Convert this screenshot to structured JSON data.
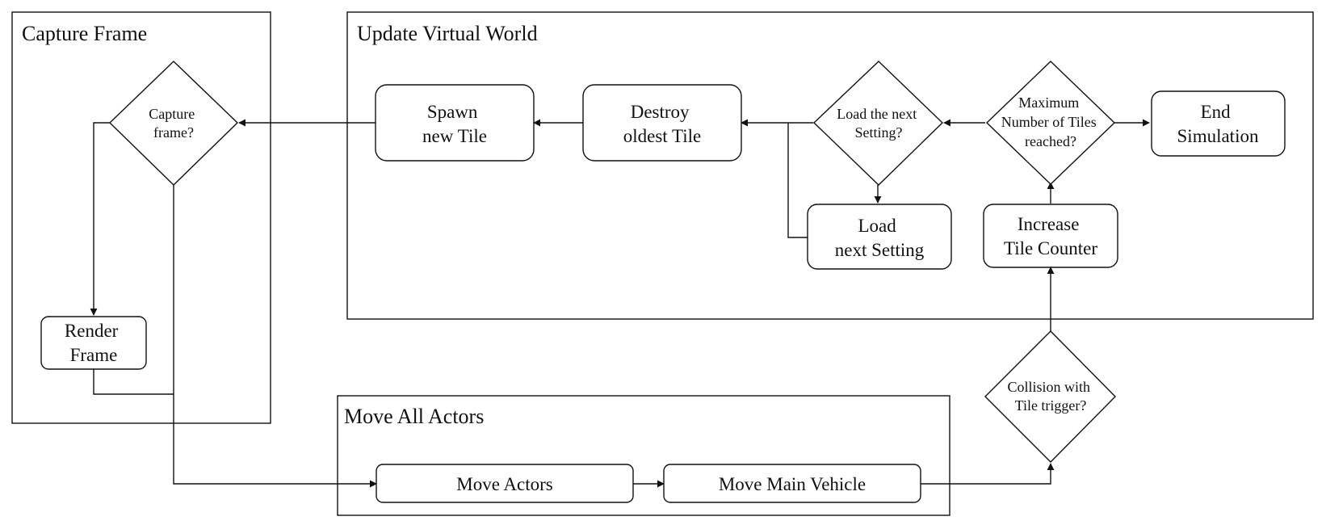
{
  "groups": {
    "capture_frame": "Capture Frame",
    "update_virtual_world": "Update Virtual World",
    "move_all_actors": "Move All Actors"
  },
  "nodes": {
    "capture_frame_decision": [
      "Capture",
      "frame?"
    ],
    "render_frame": [
      "Render",
      "Frame"
    ],
    "spawn_new_tile": [
      "Spawn",
      "new Tile"
    ],
    "destroy_oldest_tile": [
      "Destroy",
      "oldest Tile"
    ],
    "load_next_setting_decision": [
      "Load the next",
      "Setting?"
    ],
    "load_next_setting": [
      "Load",
      "next Setting"
    ],
    "max_tiles_decision": [
      "Maximum",
      "Number of Tiles",
      "reached?"
    ],
    "end_simulation": [
      "End",
      "Simulation"
    ],
    "increase_tile_counter": [
      "Increase",
      "Tile Counter"
    ],
    "collision_decision": [
      "Collision with",
      "Tile trigger?"
    ],
    "move_actors": [
      "Move Actors"
    ],
    "move_main_vehicle": [
      "Move Main Vehicle"
    ]
  },
  "colors": {
    "stroke": "#111111",
    "background": "#ffffff"
  }
}
